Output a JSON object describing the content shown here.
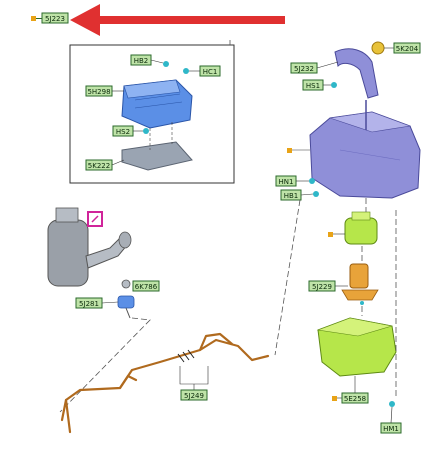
{
  "labels": {
    "main": "5J223",
    "hb2": "HB2",
    "hc1": "HC1",
    "p5h298": "5H298",
    "hs2": "HS2",
    "p5k222": "5K222",
    "p5j232": "5J232",
    "p5k204": "5K204",
    "hs1": "HS1",
    "hn1": "HN1",
    "hb1": "HB1",
    "p6k786": "6K786",
    "p5j281": "5J281",
    "p5j229": "5J229",
    "p5j249": "5J249",
    "p5e258": "5E258",
    "hm1": "HM1"
  },
  "colors": {
    "arrow": "#e03030",
    "label_fill": "#bfe3a8",
    "label_stroke": "#2b6a2b",
    "marker": "#e8a317",
    "tank": "#8f8fd8",
    "blue_module": "#5b8fe6",
    "yellow_green": "#b6e64a",
    "orange_pump": "#e8a33a",
    "harness": "#b06a1e",
    "magenta_icon": "#d0249a"
  },
  "icons": [
    "red-arrow-icon",
    "fuel-icon",
    "magenta-hose-icon"
  ]
}
